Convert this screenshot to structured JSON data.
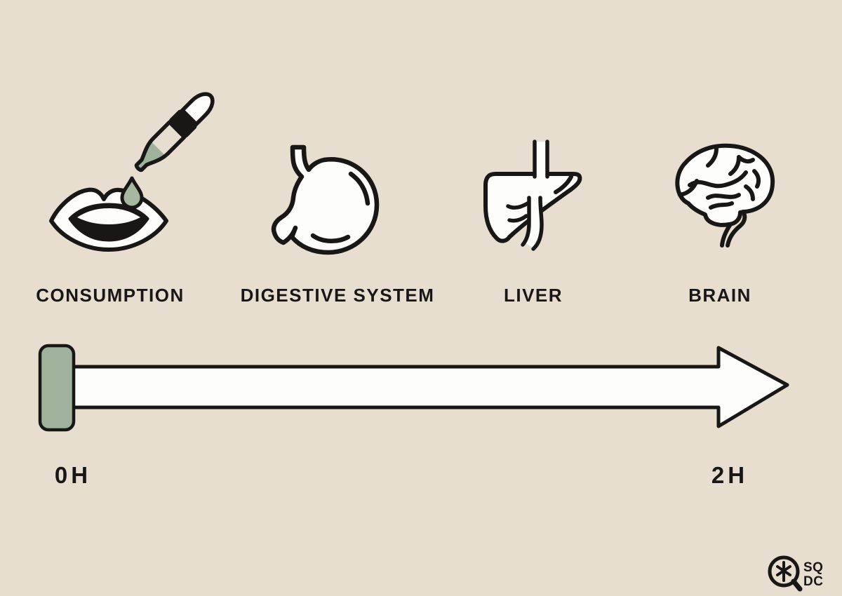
{
  "background_color": "#e7ded0",
  "ink_color": "#191715",
  "accent_green": "#9fb39c",
  "stages": [
    {
      "label": "CONSUMPTION",
      "icon": "oil-dropper-and-lips-icon"
    },
    {
      "label": "DIGESTIVE SYSTEM",
      "icon": "stomach-icon"
    },
    {
      "label": "LIVER",
      "icon": "liver-icon"
    },
    {
      "label": "BRAIN",
      "icon": "brain-icon"
    }
  ],
  "timeline": {
    "start_label": "0H",
    "end_label": "2H",
    "marker_color": "#9fb39c",
    "arrow_color": "#fdfdfb"
  },
  "logo": {
    "line1": "SQ",
    "line2": "DC",
    "symbol": "magnifier-cannabis-leaf-icon"
  }
}
